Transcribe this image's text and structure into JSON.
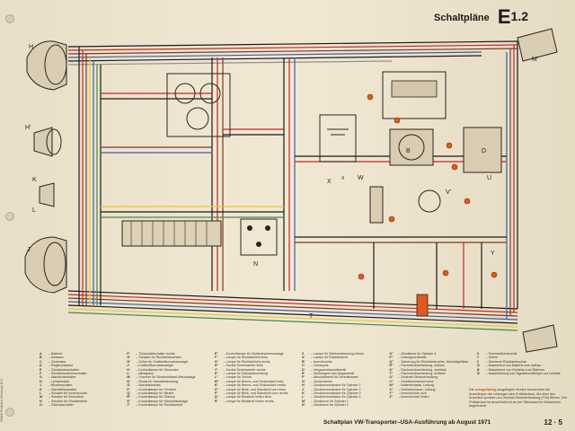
{
  "header": {
    "title": "Schaltpläne",
    "section": "E",
    "subsection": "1.2"
  },
  "footer": {
    "caption": "Schaltplan VW-Transporter–USA-Ausführung ab August 1971",
    "page": "12 · 5"
  },
  "side_print": "5/68/8 Printed in Germany 8/71",
  "diagram_labels": {
    "top_left_lamp": "H",
    "left_lamp_upper": "H'",
    "left_lamp_lower": "J",
    "mid_left_a": "K",
    "mid_left_b": "L",
    "top_right_1": "M'",
    "right_mid_1": "V'",
    "right_mid_2": "U",
    "right_mid_3": "W",
    "right_mid_4": "X",
    "right_lower": "Y",
    "component_b": "B",
    "component_d": "D",
    "ground_symbol_x": "X",
    "center_relay": "N",
    "bottom_center": "T"
  },
  "legend": {
    "columns": [
      [
        {
          "k": "A",
          "t": "– Batterie"
        },
        {
          "k": "B",
          "t": "– Anlasser"
        },
        {
          "k": "C",
          "t": "– Generator"
        },
        {
          "k": "D",
          "t": "– Regleranlasser"
        },
        {
          "k": "E",
          "t": "– Zündanlassschalter"
        },
        {
          "k": "F",
          "t": "– Scheibenwischerschalter"
        },
        {
          "k": "G",
          "t": "– Warnlichtschalter"
        },
        {
          "k": "H",
          "t": "– Lichtschalter"
        },
        {
          "k": "J",
          "t": "– Blinkerschalter"
        },
        {
          "k": "K",
          "t": "– Warnblinkschalter"
        },
        {
          "k": "L",
          "t": "– Schalter für Innenleuchte"
        },
        {
          "k": "M",
          "t": "– Schalter für Bremslicht"
        },
        {
          "k": "N",
          "t": "– Schalter für Rückfahrlicht"
        },
        {
          "k": "O",
          "t": "– Öldruckschalter"
        }
      ],
      [
        {
          "k": "F'",
          "t": "– Türkontaktschalter rechts"
        },
        {
          "k": "G'",
          "t": "– Schalter für Rückfahrleuchten"
        },
        {
          "k": "H'",
          "t": "– Geber für Kraftstoffvorratsanzeiger"
        },
        {
          "k": "J'",
          "t": "– Kraftstoffvorratsanzeiger"
        },
        {
          "k": "K'",
          "t": "– Kontrolllampe für Generator"
        },
        {
          "k": "L'",
          "t": "– Blinkgeber"
        },
        {
          "k": "M'",
          "t": "– Summer für Zündschlüssel-Warnanlage"
        },
        {
          "k": "N'",
          "t": "– Relais für Handabblendung"
        },
        {
          "k": "O'",
          "t": "– Warnblinkrelais"
        },
        {
          "k": "P'",
          "t": "– Kontrolllampe für Fernlicht"
        },
        {
          "k": "Q'",
          "t": "– Kontrolllampe für Blinker"
        },
        {
          "k": "R'",
          "t": "– Kontrolllampe für Öldruck"
        },
        {
          "k": "S'",
          "t": "– Kontrolllampe für Warnblinkanlage"
        },
        {
          "k": "T'",
          "t": "– Kontrolllampe für Rückfahrlicht"
        }
      ],
      [
        {
          "k": "E''",
          "t": "– Kontrolllampe für Zweikreisbremsanlage"
        },
        {
          "k": "F''",
          "t": "– Lampe für Rückfahrlicht links"
        },
        {
          "k": "G''",
          "t": "– Lampe für Rückfahrlicht rechts"
        },
        {
          "k": "H''",
          "t": "– Sockel-Scheinwerfer links"
        },
        {
          "k": "J''",
          "t": "– Sockel-Scheinwerfer rechts"
        },
        {
          "k": "K''",
          "t": "– Lampe für Tachobeleuchtung"
        },
        {
          "k": "L''",
          "t": "– Lampe für Zeituhr"
        },
        {
          "k": "M''",
          "t": "– Lampe für Brems- und Schlusslicht links"
        },
        {
          "k": "N''",
          "t": "– Lampe für Brems- und Schlusslicht rechts"
        },
        {
          "k": "O''",
          "t": "– Lampe für Blink- und Standlicht vorn links"
        },
        {
          "k": "P''",
          "t": "– Lampe für Blink- und Standlicht vorn rechts"
        },
        {
          "k": "Q''",
          "t": "– Lampe für Blinklicht hinten links"
        },
        {
          "k": "R''",
          "t": "– Lampe für Blinklicht hinten rechts"
        }
      ],
      [
        {
          "k": "Z",
          "t": "– Lampe für Seitenmarkierung hinten"
        },
        {
          "k": "A'",
          "t": "– Lampe für Rückfahrlicht"
        },
        {
          "k": "B'",
          "t": "– Innenleuchte"
        },
        {
          "k": "C'",
          "t": "– Zündspule"
        },
        {
          "k": "D'",
          "t": "– Vergaserabschaltventil"
        },
        {
          "k": "E'",
          "t": "– Stellmagnet des Abgasventil"
        },
        {
          "k": "F'",
          "t": "– Abschaltventil für Zentralbedarf"
        },
        {
          "k": "G'",
          "t": "– Zündverteiler"
        },
        {
          "k": "H'",
          "t": "– Zündkerzenstecker für Zylinder 1"
        },
        {
          "k": "J'",
          "t": "– Zündkerzenstecker für Zylinder 2"
        },
        {
          "k": "K'",
          "t": "– Zündkerzenstecker für Zylinder 3"
        },
        {
          "k": "L'",
          "t": "– Zündkerzenstecker für Zylinder 4"
        },
        {
          "k": "M'",
          "t": "– Zündkerze für Zylinder 1"
        },
        {
          "k": "N'",
          "t": "– Zündkerze für Zylinder 2"
        }
      ],
      [
        {
          "k": "O''",
          "t": "– Zündkerze für Zylinder 4"
        },
        {
          "k": "P''",
          "t": "– Leitungsverbinder"
        },
        {
          "k": "Q''",
          "t": "– Sicherung für Rückfahrleuchte, Heizluftgebläse"
        },
        {
          "k": "R''",
          "t": "– Flachsteckverbindung, einfach"
        },
        {
          "k": "S''",
          "t": "– Flachsteckverbindung, zweifach"
        },
        {
          "k": "T''",
          "t": "– Flachsteckverbindung, dreifach"
        },
        {
          "k": "U''",
          "t": "– Zentrale Steckverbindung"
        },
        {
          "k": "V''",
          "t": "– Scheibenwischermotor"
        },
        {
          "k": "W''",
          "t": "– Batteriemasse, Leitung"
        },
        {
          "k": "X''",
          "t": "– Getriebemasse, Leitung"
        },
        {
          "k": "Y''",
          "t": "– Innenleuchte vorn"
        },
        {
          "k": "Z''",
          "t": "– Innenleuchte hinten"
        }
      ],
      [
        {
          "k": "X",
          "t": "– Fernmeldeerleuchte"
        },
        {
          "k": "Y",
          "t": "– Sirene"
        },
        {
          "k": "Z",
          "t": "– Sirenenm Rückfahrleuchte"
        },
        {
          "k": "①",
          "t": "– Massebend von Batterie zum Aufbau"
        },
        {
          "k": "②",
          "t": "– Massebend von Getriebe zum Rahmen"
        },
        {
          "k": "③",
          "t": "– Masseführung von Signalleuchtkörper zur Lenksäule"
        }
      ]
    ]
  },
  "note": {
    "intro": "Die",
    "highlight": "orangefarbig",
    "text": "ausgelegten Kreise bezeichnen die Anschlüsse der Leitungen des Prüfsteckers, die über den Anschluß-punkten zur Zentral-Steckverbindung (T/N) führen. Der Prüfstecker ist anschließend an der Stirnwand im Motorraum angebracht."
  },
  "colors": {
    "paper": "#ece3cf",
    "wire_black": "#1c1a1a",
    "wire_red": "#c7262a",
    "wire_brown": "#7a3b22",
    "wire_yellow": "#e2c93a",
    "wire_green": "#3f8a48",
    "wire_blue": "#3a5fa8",
    "wire_grey": "#8f8f8f",
    "test_point_orange": "#de5a1e"
  }
}
